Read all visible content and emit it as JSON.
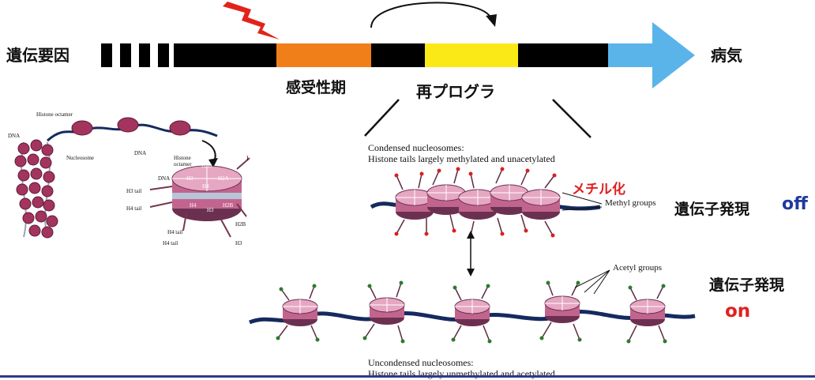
{
  "timeline": {
    "start_label": "遺伝要因",
    "end_label": "病気",
    "sensitive_period_label": "感受性期",
    "reprogram_label": "再プログラ"
  },
  "expression": {
    "off_text": "遺伝子発現",
    "off_value": "off",
    "on_text": "遺伝子発現",
    "on_value": "on"
  },
  "methylation_label": "メチル化",
  "condensed": {
    "caption_line1": "Condensed nucleosomes:",
    "caption_line2": "Histone tails largely methylated and unacetylated",
    "methyl_groups_label": "Methyl groups"
  },
  "uncondensed": {
    "caption_line1": "Uncondensed nucleosomes:",
    "caption_line2": "Histone tails largely unmethylated and acetylated",
    "acetyl_groups_label": "Acetyl groups"
  },
  "chromatin_figure": {
    "dna_label": "DNA",
    "histone_octamer_label": "Histone octamer",
    "nucleosome_label": "Nucleosome",
    "dna_label_2": "DNA",
    "histone_octamer_label_2": "Histone octamer",
    "dna_label_3": "DNA",
    "h3_tail": "H3 tail",
    "h4_tail": "H4 tail",
    "h4_tail_2": "H4 tail",
    "h4_tail_3": "H4 tail",
    "h2b_top": "H2B",
    "h2a": "H2A",
    "h3": "H3",
    "h4": "H4",
    "h4_b": "H4",
    "h3_b": "H3",
    "h2b_bottom": "H2B",
    "h2b_right": "H2B",
    "h3_bottom": "H3",
    "label_i": "I"
  },
  "colors": {
    "bar": "#000000",
    "sensitive": "#f07f1a",
    "reprogram": "#fbe917",
    "arrow": "#5ab4ea",
    "lightning": "#e2231a",
    "histone": "#c2658e",
    "dna": "#152a5e",
    "methyl": "#d92020",
    "acetyl": "#2f7a30",
    "off": "#1f3a9e",
    "on": "#e02020"
  }
}
